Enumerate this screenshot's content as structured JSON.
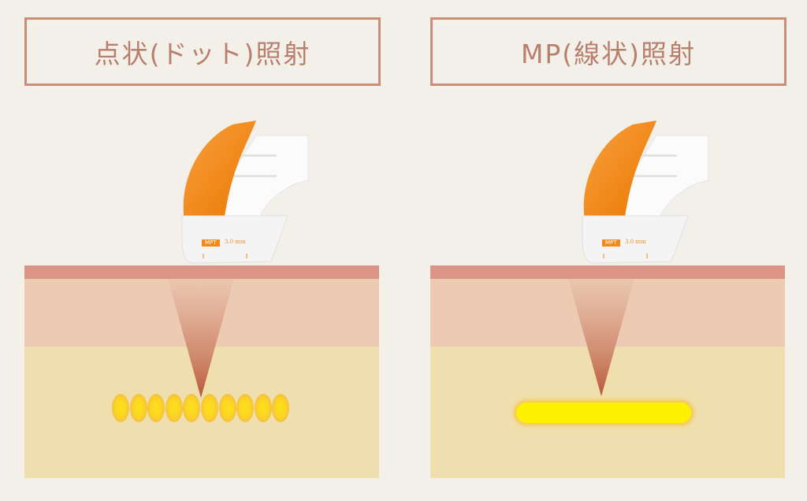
{
  "panels": [
    {
      "title": "点状(ドット)照射",
      "mode": "dots",
      "dot_count": 10
    },
    {
      "title": "MP(線状)照射",
      "mode": "line"
    }
  ],
  "device": {
    "badge": "MPT",
    "depth": "3.0 mm"
  },
  "colors": {
    "background": "#f3f0ea",
    "border": "#c98d78",
    "epidermis": "#dc9585",
    "dermis": "#edcbb3",
    "subcutis": "#f0dfae",
    "orange": "#f08a1c",
    "focus": "#fde11c"
  }
}
